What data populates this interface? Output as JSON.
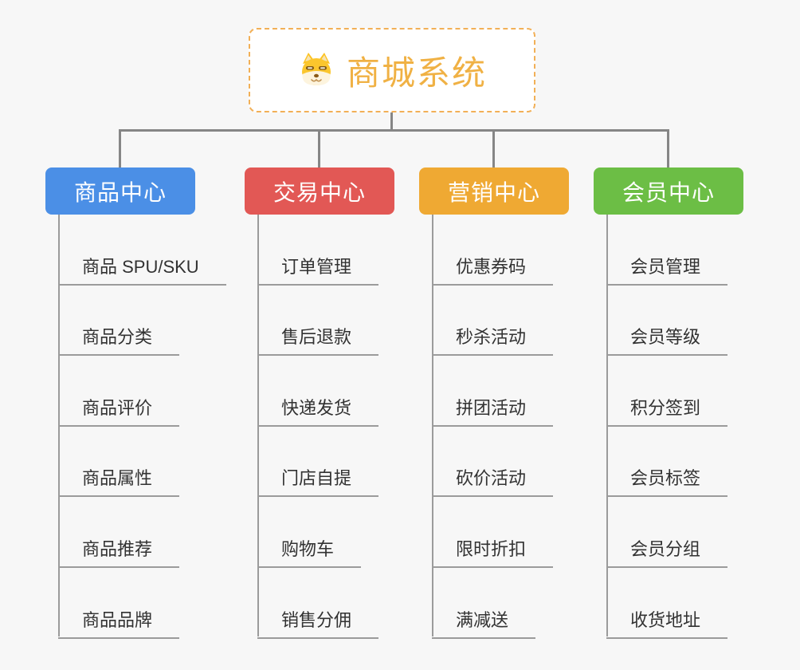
{
  "root": {
    "title": "商城系统",
    "icon": "shiba-dog-icon",
    "text_color": "#f0b144",
    "border_color": "#f2b057",
    "background": "#ffffff"
  },
  "connector": {
    "color": "#868686"
  },
  "leaf_style": {
    "text_color": "#323232",
    "line_color": "#9b9b9b"
  },
  "page_background": "#f7f7f7",
  "branches": [
    {
      "label": "商品中心",
      "color": "#4b8fe6",
      "children": [
        "商品 SPU/SKU",
        "商品分类",
        "商品评价",
        "商品属性",
        "商品推荐",
        "商品品牌"
      ]
    },
    {
      "label": "交易中心",
      "color": "#e25855",
      "children": [
        "订单管理",
        "售后退款",
        "快递发货",
        "门店自提",
        "购物车",
        "销售分佣"
      ]
    },
    {
      "label": "营销中心",
      "color": "#efa933",
      "children": [
        "优惠券码",
        "秒杀活动",
        "拼团活动",
        "砍价活动",
        "限时折扣",
        "满减送"
      ]
    },
    {
      "label": "会员中心",
      "color": "#6cbe45",
      "children": [
        "会员管理",
        "会员等级",
        "积分签到",
        "会员标签",
        "会员分组",
        "收货地址"
      ]
    }
  ]
}
